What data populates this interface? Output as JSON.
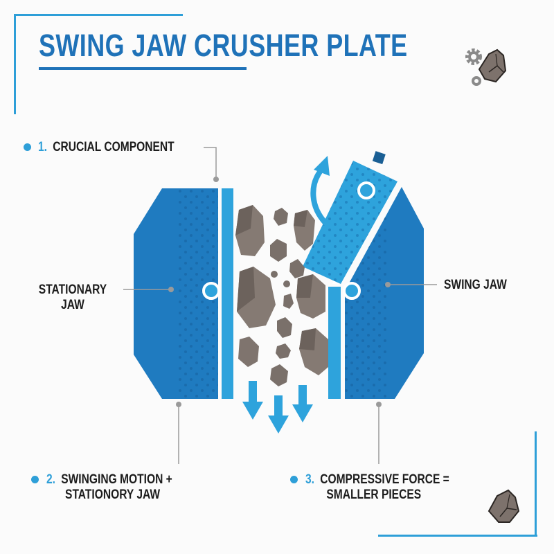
{
  "title": "SWING JAW CRUSHER PLATE",
  "labels": {
    "stationary_jaw_line1": "STATIONARY",
    "stationary_jaw_line2": "JAW",
    "swing_jaw": "SWING JAW"
  },
  "callouts": [
    {
      "number": "1.",
      "line1": "CRUCIAL COMPONENT",
      "line2": ""
    },
    {
      "number": "2.",
      "line1": "SWINGING MOTION +",
      "line2": "STATIONORY JAW"
    },
    {
      "number": "3.",
      "line1": "COMPRESSIVE FORCE =",
      "line2": "SMALLER PIECES"
    }
  ],
  "icons": {
    "header": [
      "gear-icon",
      "rock-icon",
      "washer-icon"
    ],
    "footer": [
      "rock-icon"
    ],
    "flow": [
      "swing-arrow-icon",
      "down-arrow-icon",
      "down-arrow-icon",
      "down-arrow-icon"
    ]
  },
  "colors": {
    "primary_blue": "#1f7bc0",
    "light_blue": "#2ea3dc",
    "accent_blue": "#2e9fd8",
    "title_blue": "#1f72b8",
    "rock": "#7d726c",
    "rock_dark": "#5f5550",
    "leader_gray": "#9a9a9a",
    "text": "#1c1c1c"
  }
}
